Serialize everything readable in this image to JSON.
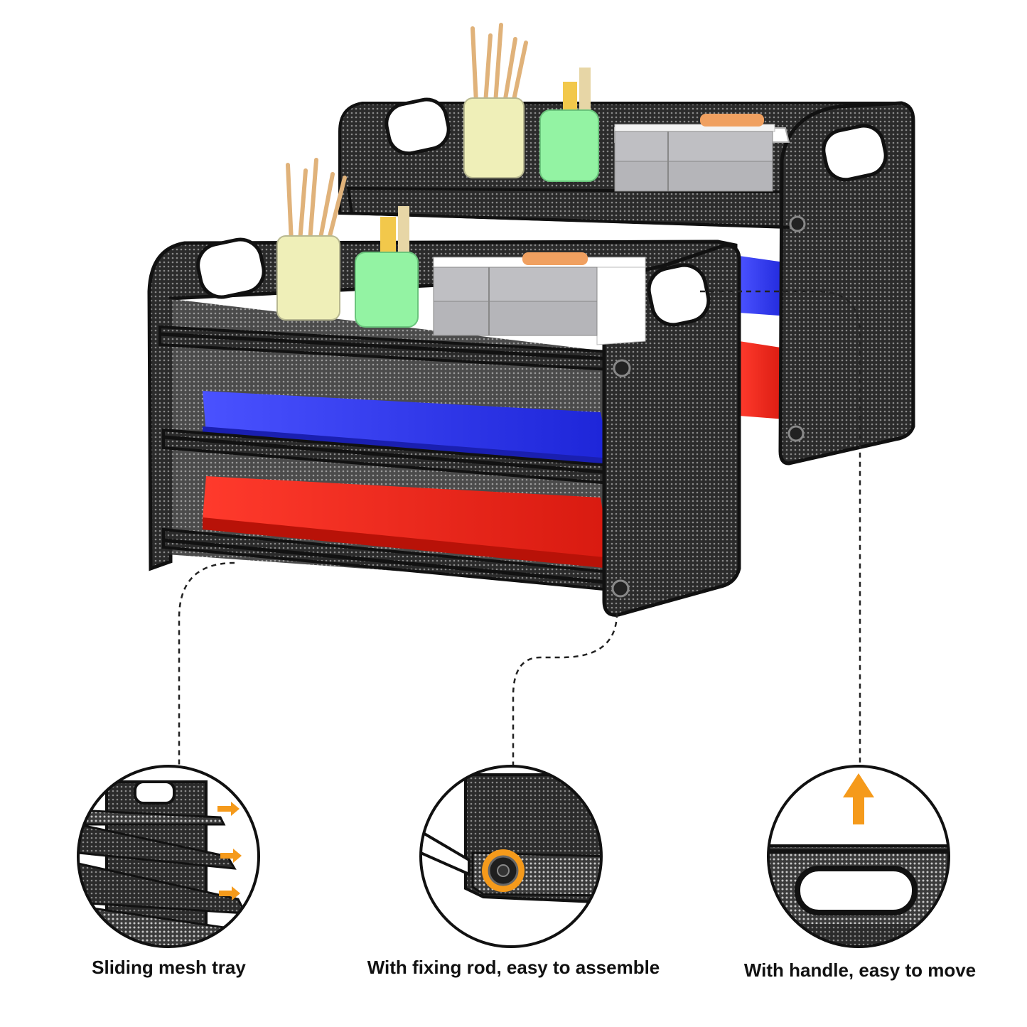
{
  "captions": {
    "sliding_tray": "Sliding mesh tray",
    "fixing_rod": "With fixing rod, easy to assemble",
    "handle": "With handle, easy to move"
  },
  "colors": {
    "frame": "#161616",
    "mesh": "#3a3a3a",
    "blue_paper": "#2f3cff",
    "red_paper": "#ff2a1e",
    "accent_arrow": "#f59a1b",
    "cup_yellow": "#efefb8",
    "cup_green": "#93f3a3",
    "box_gray": "#b9b9bd"
  },
  "icons": [
    "arrow-right-icon",
    "arrow-up-icon",
    "fixing-screw-icon",
    "handle-cutout-icon"
  ]
}
